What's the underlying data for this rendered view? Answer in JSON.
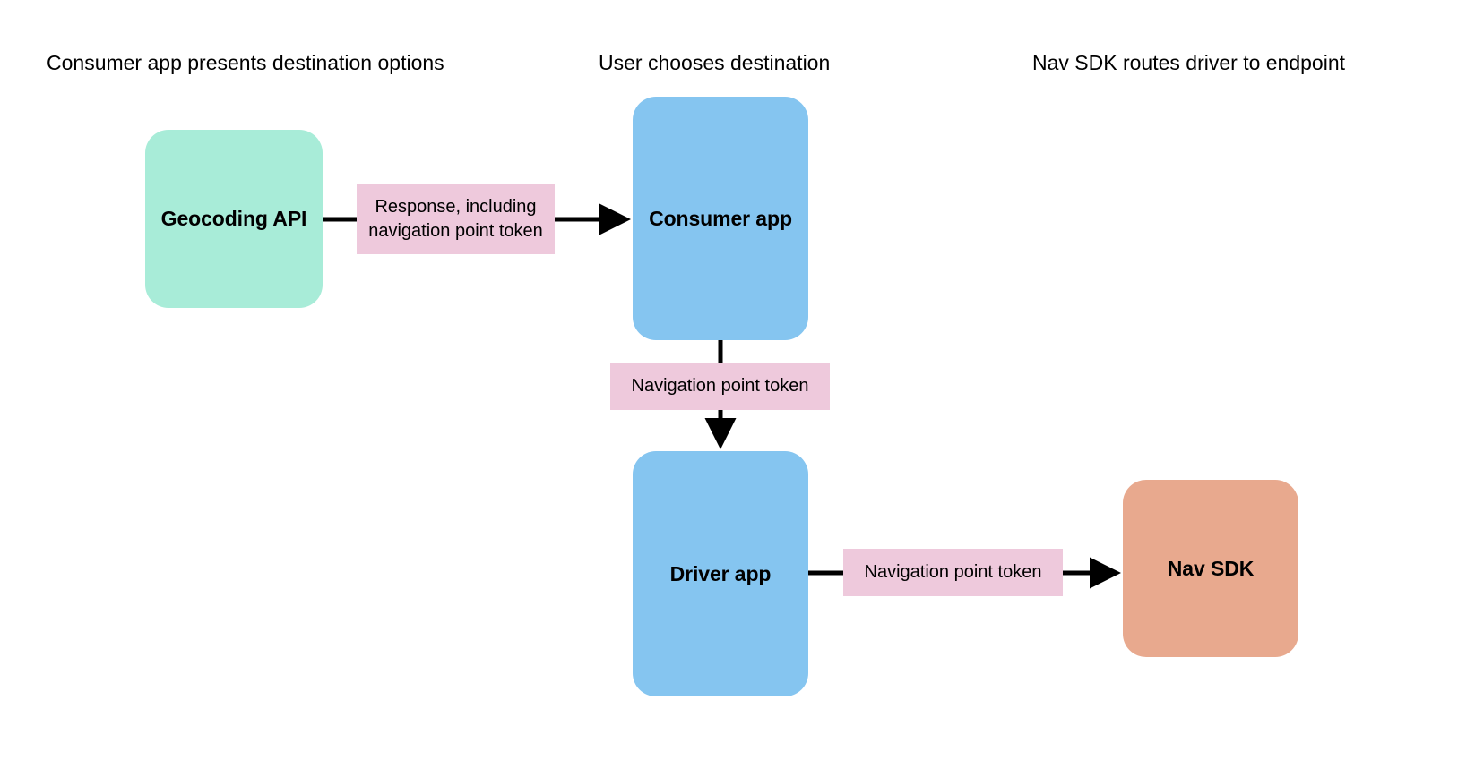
{
  "diagram": {
    "title_row": [
      {
        "id": "consumer-options",
        "label": "Consumer app presents destination options"
      },
      {
        "id": "user-chooses",
        "label": "User chooses destination"
      },
      {
        "id": "nav-routes",
        "label": "Nav SDK routes driver to endpoint"
      }
    ],
    "nodes": [
      {
        "id": "geocoding-api",
        "label": "Geocoding API",
        "color": "#a8ecd8",
        "shape": "rounded-rect"
      },
      {
        "id": "consumer-app",
        "label": "Consumer app",
        "color": "#85c5f0",
        "shape": "rounded-rect"
      },
      {
        "id": "driver-app",
        "label": "Driver app",
        "color": "#85c5f0",
        "shape": "rounded-rect"
      },
      {
        "id": "nav-sdk",
        "label": "Nav SDK",
        "color": "#e8a98e",
        "shape": "rounded-rect"
      }
    ],
    "edges": [
      {
        "id": "geocoding-to-consumer",
        "from": "geocoding-api",
        "to": "consumer-app",
        "label": "Response, including navigation point token",
        "label_color": "#eec9dc",
        "direction": "right"
      },
      {
        "id": "consumer-to-driver",
        "from": "consumer-app",
        "to": "driver-app",
        "label": "Navigation point token",
        "label_color": "#eec9dc",
        "direction": "down"
      },
      {
        "id": "driver-to-navsdk",
        "from": "driver-app",
        "to": "nav-sdk",
        "label": "Navigation point token",
        "label_color": "#eec9dc",
        "direction": "right"
      }
    ],
    "arrow_color": "#000000",
    "background": "#ffffff"
  }
}
